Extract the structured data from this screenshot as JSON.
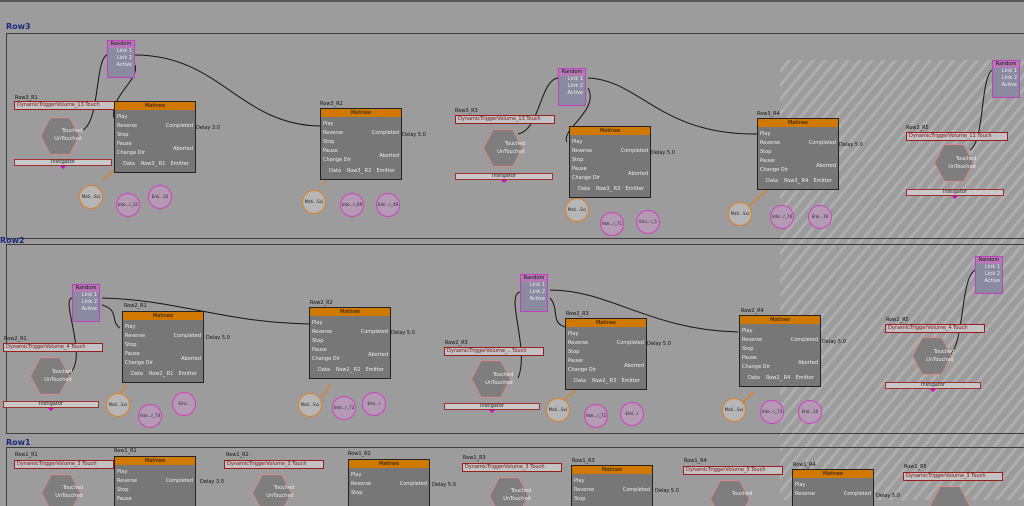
{
  "rows": [
    {
      "label": "Row3",
      "nodes": [
        {
          "x": "R1",
          "dtv": "DynamicTriggerVolume_13 Touch",
          "ref": "Row3_R1"
        },
        {
          "x": "R2",
          "dtv": "",
          "ref": "Row3_R2"
        },
        {
          "x": "R3",
          "dtv": "DynamicTriggerVolume_13 Touch",
          "ref": "Row3_R3"
        },
        {
          "x": "R4",
          "dtv": "",
          "ref": "Row3_R4"
        },
        {
          "x": "R5",
          "dtv": "DynamicTriggerVolume_11 Touch",
          "ref": "Row3_R5"
        }
      ]
    },
    {
      "label": "Row2",
      "nodes": [
        {
          "dtv": "DynamicTriggerVolume_4 Touch",
          "ref": "Row2_R1"
        },
        {
          "dtv": "",
          "ref": "Row2_R2"
        },
        {
          "dtv": "DynamicTriggerVolume_.. Touch",
          "ref": "Row2_R3"
        },
        {
          "dtv": "",
          "ref": "Row2_R4"
        },
        {
          "dtv": "DynamicTriggerVolume_4 Touch",
          "ref": "Row2_R5"
        }
      ]
    },
    {
      "label": "Row1",
      "nodes": [
        {
          "dtv": "DynamicTriggerVolume_3 Touch",
          "ref": "Row1_R1"
        },
        {
          "dtv": "DynamicTriggerVolume_3 Touch",
          "ref": "Row1_R2"
        },
        {
          "dtv": "DynamicTriggerVolume_3 Touch",
          "ref": "Row1_R3"
        },
        {
          "dtv": "DynamicTriggerVolume_3 Touch",
          "ref": "Row1_R4"
        },
        {
          "dtv": "DynamicTriggerVolume_3 Touch",
          "ref": "Row1_R5"
        }
      ]
    }
  ],
  "labels": {
    "row3_title": "Row3",
    "row2_title": "Row2",
    "row1_title": "Row1",
    "random": "Random",
    "link1": "Link 1",
    "link2": "Link 2",
    "active": "Active",
    "link": "Link",
    "matinee": "Matinee",
    "play": "Play",
    "reverse": "Reverse",
    "stop": "Stop",
    "pause": "Pause",
    "change_dir": "Change Dir",
    "completed": "Completed",
    "aborted": "Aborted",
    "data": "Data",
    "emitter": "Emitter",
    "delay": "Delay 5.0",
    "delay3": "Delay 3.0",
    "touched": "Touched",
    "untouched": "UnTouched",
    "instigator": "Instigator",
    "mati": "Mati...Sx)",
    "inte": "Inte...r_"
  },
  "row3": {
    "r1": "Row3_R1",
    "r2": "Row3_R2",
    "r3": "Row3_R3",
    "r4": "Row3_R4",
    "r5": "Row3_R5",
    "dtv1": "DynamicTriggerVolume_13 Touch",
    "dtv3": "DynamicTriggerVolume_13 Touch",
    "dtv5": "DynamicTriggerVolume_11 Touch",
    "m1_sub": "Row3_ R1",
    "m2_sub": "Row3_ R2",
    "m3_sub": "Row3_ R3",
    "m4_sub": "Row3_ R4",
    "i1": "Inte...r_31",
    "i2": "Inte...r_69",
    "i3": "Inte...r_71",
    "i4": "Inte...r_70",
    "e1": "Emi...10",
    "e2": "Emi...r_49",
    "e3": "Emi...r_5",
    "e4": "Emi...19"
  },
  "row2": {
    "r1": "Row2_R1",
    "r2": "Row2_R2",
    "r3": "Row2_R3",
    "r4": "Row2_R4",
    "r5": "Row2_R5",
    "dtv1": "DynamicTriggerVolume_4 Touch",
    "dtv3": "DynamicTriggerVolume_.. Touch",
    "dtv5": "DynamicTriggerVolume_4 Touch",
    "m1_sub": "Row2_ R1",
    "m2_sub": "Row2_ R2",
    "m3_sub": "Row2_ R3",
    "m4_sub": "Row2_ R4",
    "i1": "Inte...r_74",
    "i2": "Inte...r_72",
    "i3": "Inte...r_72",
    "i4": "Inte...r_73",
    "e1": "Emi...",
    "e2": "Emi...r",
    "e3": "Emi...r",
    "e4": "Emi...10"
  },
  "row1": {
    "r1": "Row1_R1",
    "r2": "Row1_R2",
    "r3": "Row1_R3",
    "r4": "Row1_R4",
    "r5": "Row1_R5",
    "rr1": "Row1_R1",
    "rr2": "Row1_R2",
    "rr3": "Row1_R3",
    "rr4": "Row1_R4",
    "dtv": "DynamicTriggerVolume_3 Touch"
  }
}
